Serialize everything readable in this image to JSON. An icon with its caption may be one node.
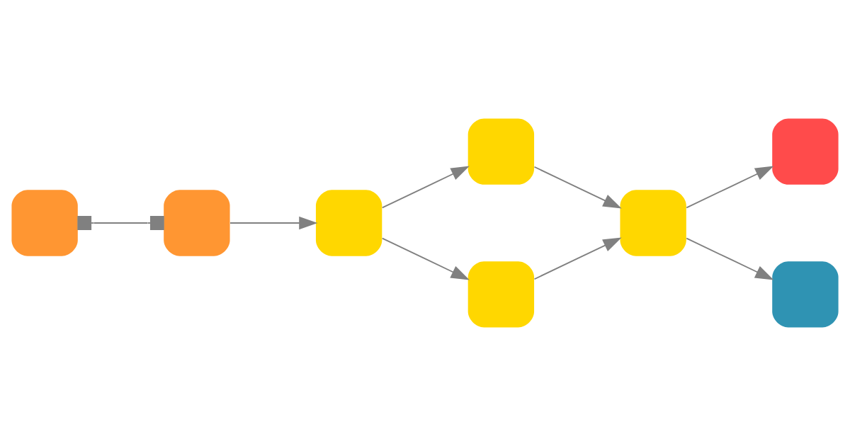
{
  "diagram": {
    "nodes": [
      {
        "text": [],
        "shape": "box"
      },
      {
        "text": [],
        "shape": "box"
      },
      {
        "text": [],
        "shape": "box"
      },
      {
        "text": [],
        "shape": "box"
      },
      {
        "text": [],
        "shape": "box"
      },
      {
        "text": [],
        "shape": "box"
      },
      {
        "text": [],
        "shape": "box"
      },
      {
        "text": [],
        "shape": "box"
      }
    ],
    "edges": [
      {
        "from": 0,
        "to": 1,
        "arrow": "other"
      },
      {
        "from": 1,
        "to": 2,
        "arrow": "to"
      },
      {
        "from": 2,
        "to": 3,
        "arrow": "to"
      },
      {
        "from": 2,
        "to": 4,
        "arrow": "to"
      },
      {
        "from": 3,
        "to": 5,
        "arrow": "to"
      },
      {
        "from": 4,
        "to": 5,
        "arrow": "to"
      },
      {
        "from": 5,
        "to": 6,
        "arrow": "to"
      },
      {
        "from": 5,
        "to": 7,
        "arrow": "to"
      }
    ]
  }
}
